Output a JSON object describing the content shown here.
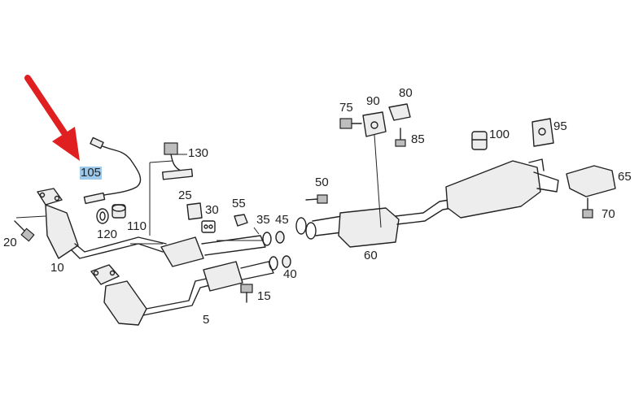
{
  "labels": {
    "l5": "5",
    "l10": "10",
    "l15": "15",
    "l20": "20",
    "l25": "25",
    "l30": "30",
    "l35": "35",
    "l40": "40",
    "l45": "45",
    "l50": "50",
    "l55": "55",
    "l60": "60",
    "l65": "65",
    "l70": "70",
    "l75": "75",
    "l80": "80",
    "l85": "85",
    "l90": "90",
    "l95": "95",
    "l100": "100",
    "l105": "105",
    "l110": "110",
    "l120": "120",
    "l130": "130"
  },
  "highlighted_part": "105",
  "colors": {
    "arrow": "#e02020",
    "highlight": "#9cc9ec",
    "line": "#222222"
  }
}
